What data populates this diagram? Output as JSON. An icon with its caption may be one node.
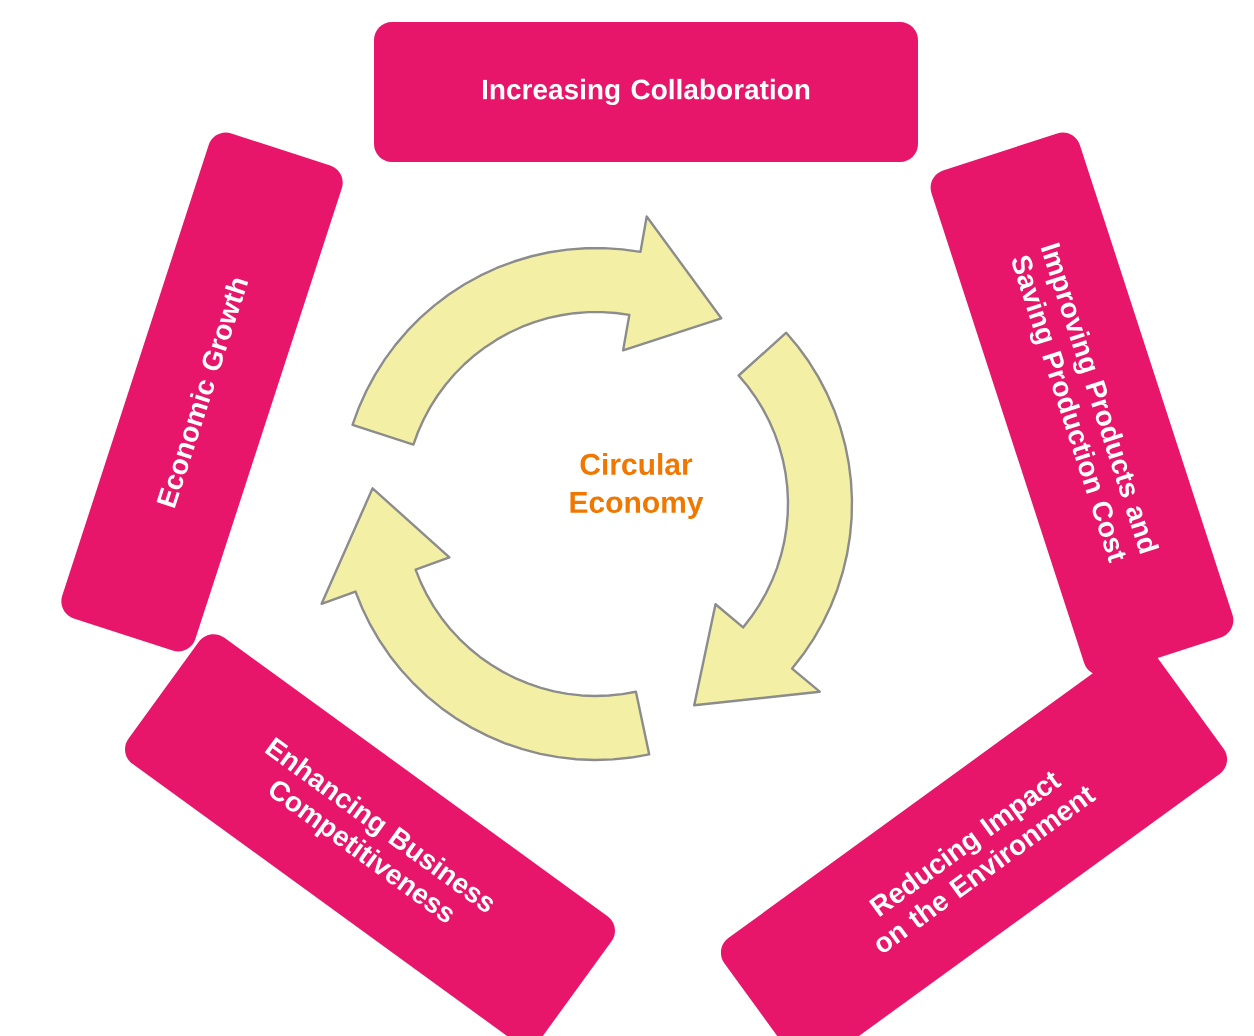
{
  "diagram": {
    "nodes": [
      {
        "text": [
          "Increasing Collaboration"
        ]
      },
      {
        "text": [
          "Improving Products and Saving Production Cost"
        ]
      },
      {
        "text": [
          "Reducing Impact on the Environment"
        ]
      },
      {
        "text": [
          "Enhancing Business Competitiveness"
        ]
      },
      {
        "text": [
          "Economic Growth"
        ]
      }
    ],
    "labels": [
      "Circular Economy"
    ]
  }
}
